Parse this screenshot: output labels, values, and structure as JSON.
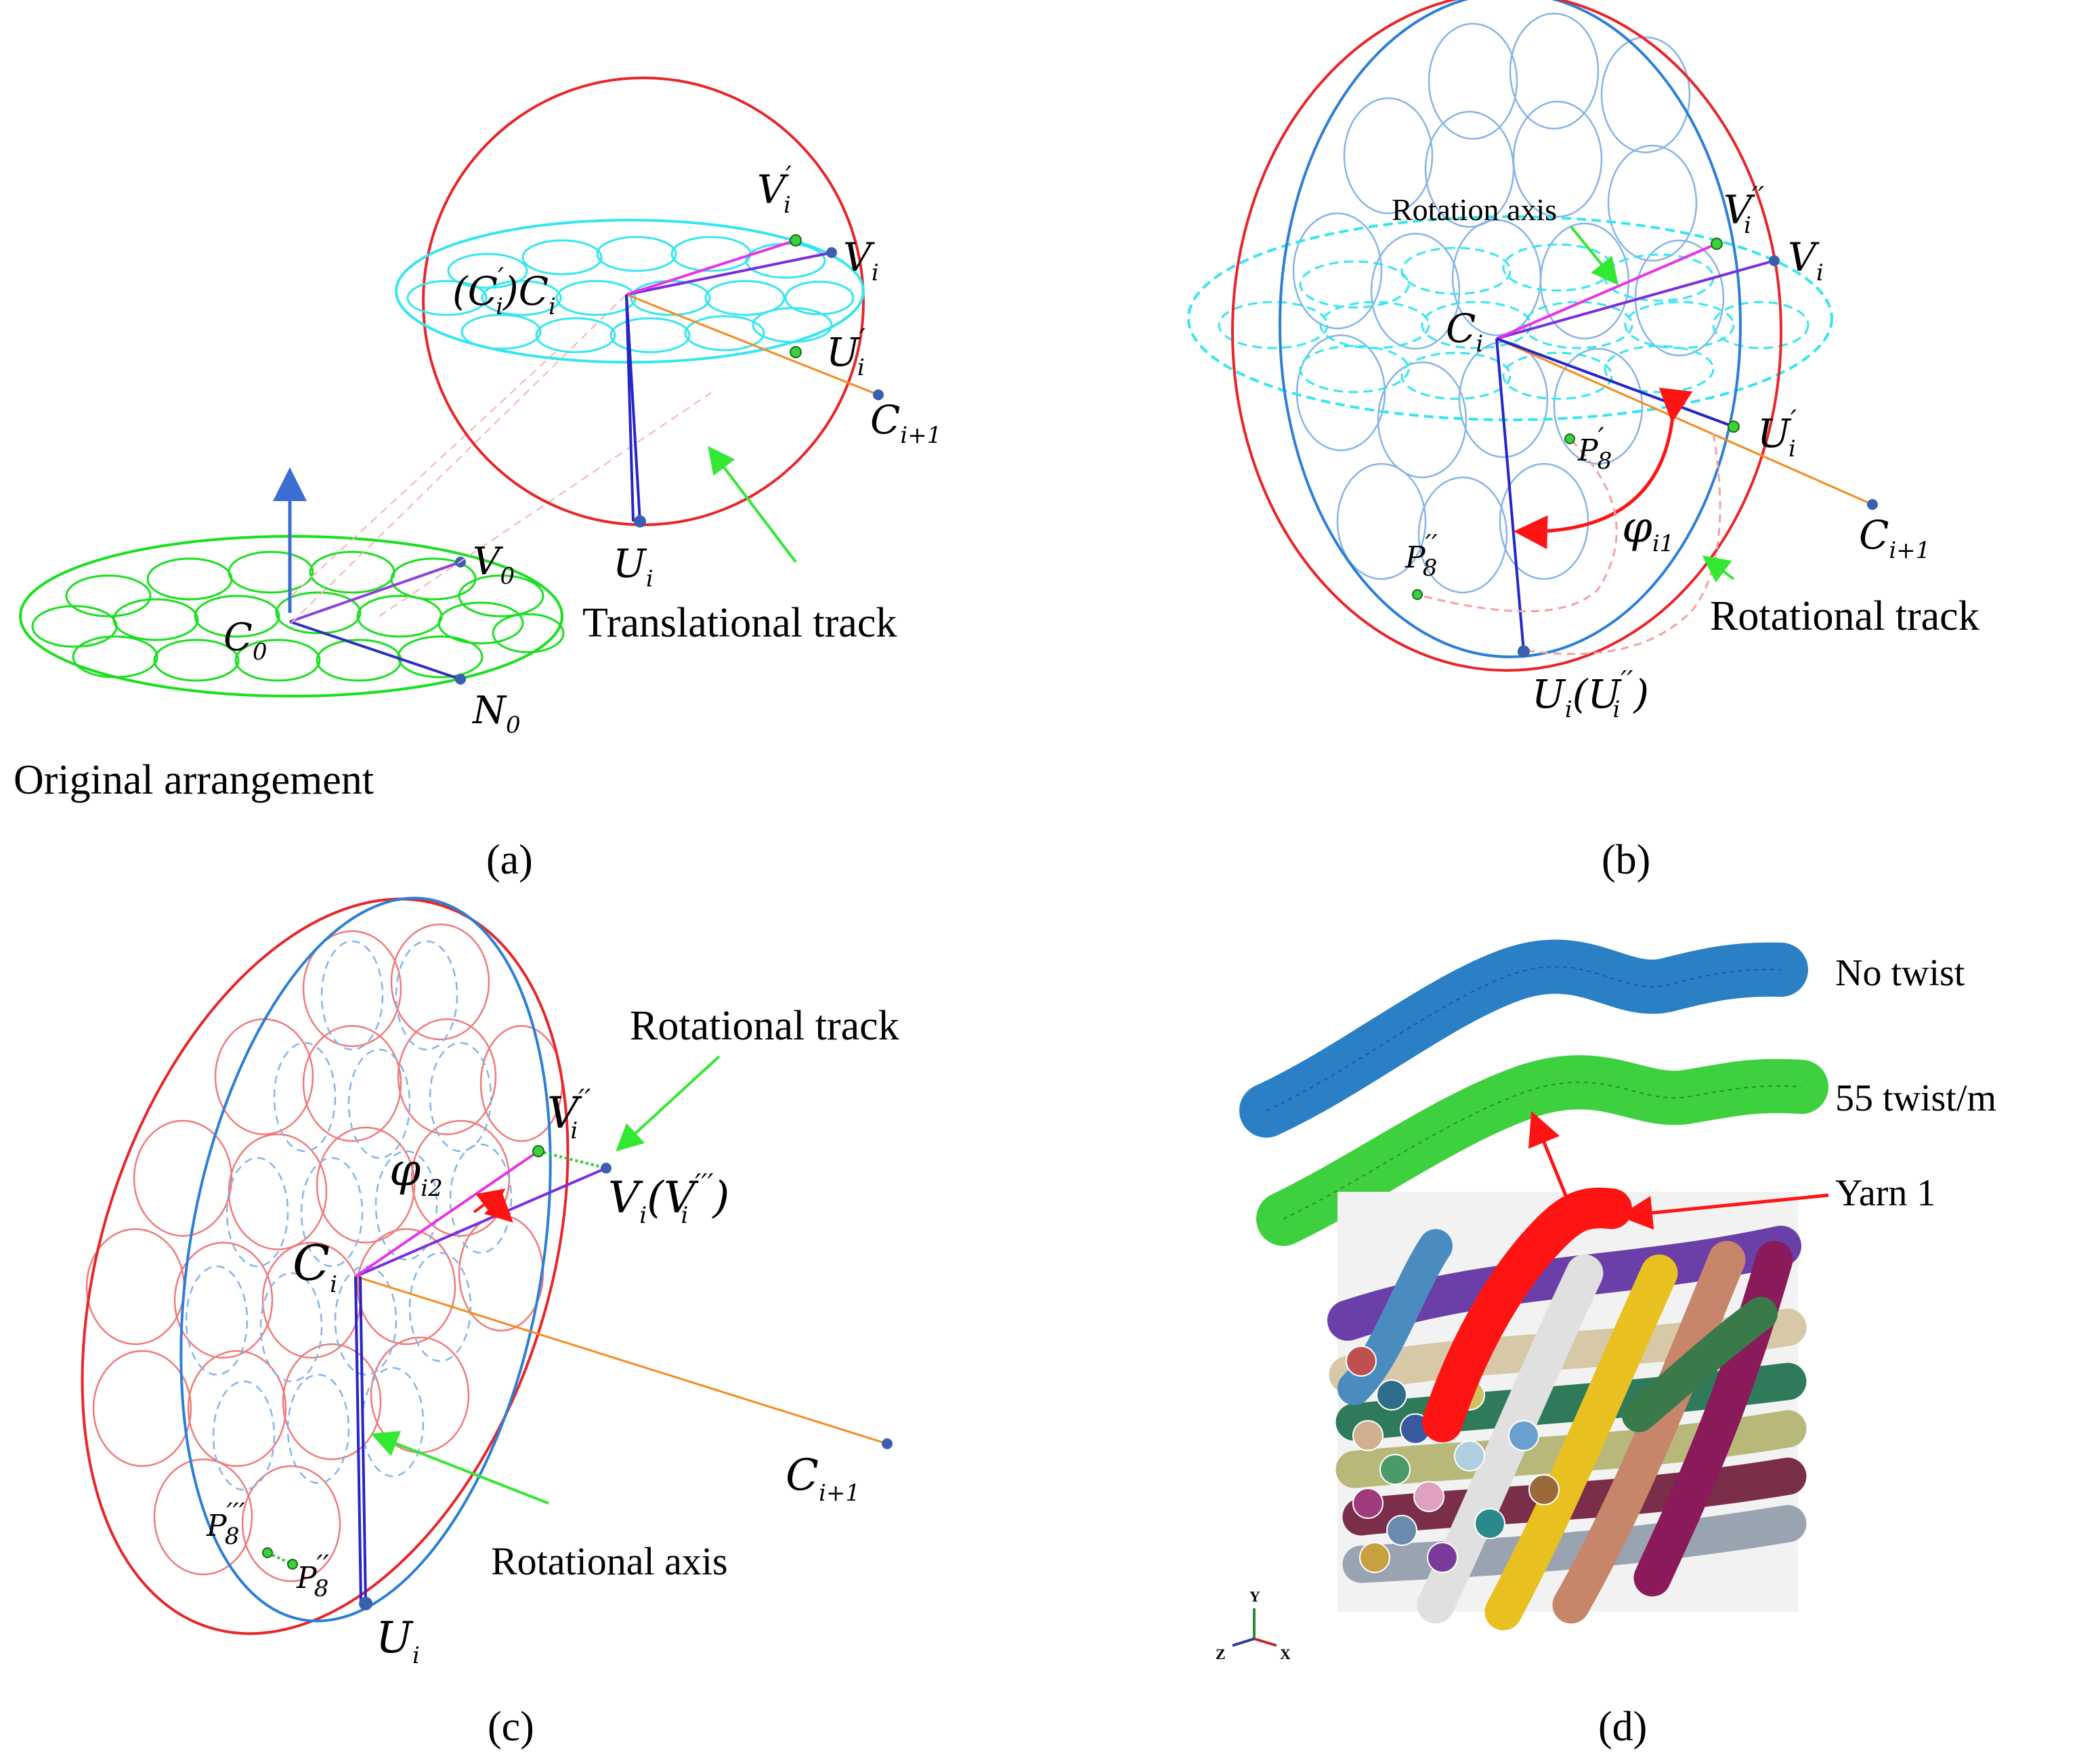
{
  "panels": {
    "a": {
      "caption": "(a)",
      "labels": {
        "original_arrangement": "Original arrangement",
        "translational_track": "Translational track",
        "C0": "C",
        "C0_sub": "0",
        "V0": "V",
        "V0_sub": "0",
        "N0": "N",
        "N0_sub": "0",
        "Ui": "U",
        "Ui_sub": "i",
        "Vi": "V",
        "Vi_sub": "i",
        "Vip": "V",
        "Vip_sub": "i",
        "Vip_sup": "′",
        "Uip": "U",
        "Uip_sub": "i",
        "Uip_sup": "′",
        "Cip1": "C",
        "Cip1_sub": "i+1",
        "Ci_pre": "(C",
        "Ci_pre_sub": "i",
        "Ci_pre_sup": "′",
        "Ci_mid": ")C",
        "Ci_mid_sub": "i"
      }
    },
    "b": {
      "caption": "(b)",
      "labels": {
        "rotation_axis": "Rotation axis",
        "rotational_track": "Rotational track",
        "Ci": "C",
        "Ci_sub": "i",
        "Vi": "V",
        "Vi_sub": "i",
        "Vipp": "V",
        "Vipp_sub": "i",
        "Vipp_sup": "′′",
        "Uip": "U",
        "Uip_sub": "i",
        "Uip_sup": "′",
        "Cip1": "C",
        "Cip1_sub": "i+1",
        "P8p": "P",
        "P8p_sub": "8",
        "P8p_sup": "′",
        "P8pp": "P",
        "P8pp_sub": "8",
        "P8pp_sup": "′′",
        "phi": "φ",
        "phi_sub": "i1",
        "Ui_main": "U",
        "Ui_main_sub": "i",
        "Ui_paren": "(U",
        "Ui_paren_sub": "i",
        "Ui_paren_sup": "′′",
        "Ui_close": ")"
      }
    },
    "c": {
      "caption": "(c)",
      "labels": {
        "rotational_track": "Rotational track",
        "rotational_axis": "Rotational axis",
        "Ci": "C",
        "Ci_sub": "i",
        "Ui": "U",
        "Ui_sub": "i",
        "Cip1": "C",
        "Cip1_sub": "i+1",
        "Vipp": "V",
        "Vipp_sub": "i",
        "Vipp_sup": "′′",
        "Vi": "V",
        "Vi_sub": "i",
        "Vippp_pre": "(V",
        "Vippp_sub": "i",
        "Vippp_sup": "′′′",
        "Vippp_close": ")",
        "phi": "φ",
        "phi_sub": "i2",
        "P8ppp": "P",
        "P8ppp_sub": "8",
        "P8ppp_sup": "′′′",
        "P8pp": "P",
        "P8pp_sub": "8",
        "P8pp_sup": "′′"
      }
    },
    "d": {
      "caption": "(d)",
      "labels": {
        "no_twist": "No twist",
        "twist_55": "55 twist/m",
        "yarn1": "Yarn 1",
        "axis_y": "Y",
        "axis_z": "Z",
        "axis_x": "X"
      }
    }
  },
  "colors": {
    "red": "#e8262a",
    "cyan": "#35e6f0",
    "green": "#19e01f",
    "blue_outline": "#2c7fd6",
    "light_blue": "#86b4e8",
    "magenta": "#e833e8",
    "purple": "#7a2ee0",
    "dark_blue": "#2525c8",
    "orange": "#f58a1f",
    "point": "#3b5fb0",
    "arrow_green": "#33e833",
    "yarn_blue": "#2b7fc4",
    "yarn_green": "#3fd03f",
    "yarn_red": "#ff1414"
  }
}
